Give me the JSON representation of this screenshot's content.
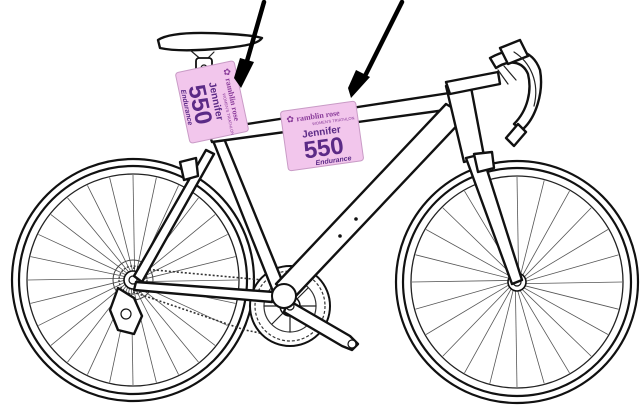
{
  "colors": {
    "bib_background": "#f2c6ec",
    "bib_text": "#5b2a86",
    "bib_brand": "#8a3c9a",
    "line": "#111111",
    "arrow": "#000000"
  },
  "bibs": [
    {
      "brand": "ramblin rose",
      "tagline": "WOMEN'S TRIATHLON",
      "name": "Jennifer",
      "number": "550",
      "category": "Endurance",
      "placement": "seat post"
    },
    {
      "brand": "ramblin rose",
      "tagline": "WOMEN'S TRIATHLON",
      "name": "Jennifer",
      "number": "550",
      "category": "Endurance",
      "placement": "top tube"
    }
  ],
  "icons": {
    "bib_logo": "flower-icon",
    "pointer": "arrow-down-icon"
  }
}
